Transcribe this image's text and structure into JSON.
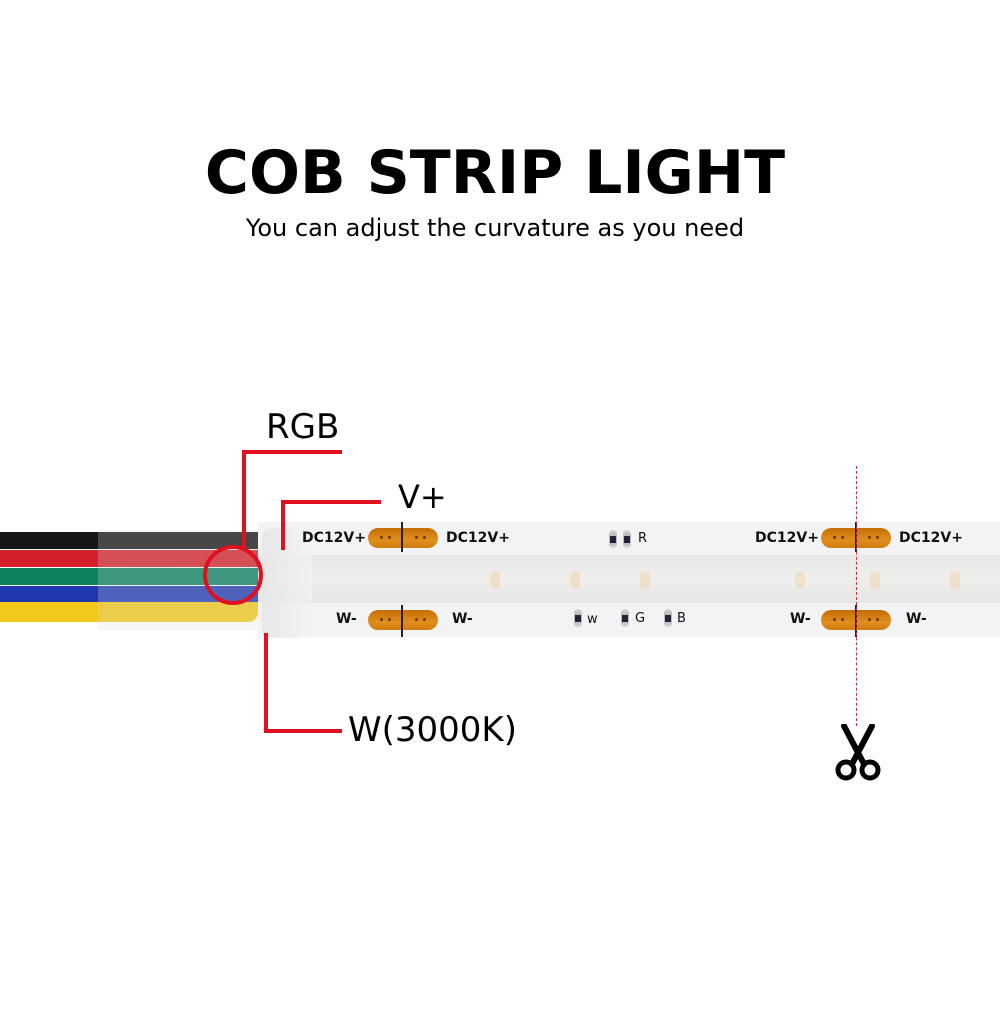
{
  "header": {
    "title": "COB STRIP LIGHT",
    "subtitle": "You can adjust the curvature as you need"
  },
  "callouts": {
    "rgb": "RGB",
    "v_plus": "V+",
    "w_3000k": "W(3000K)"
  },
  "strip": {
    "top_labels": [
      "DC12V+",
      "DC12V+",
      "DC12V+",
      "DC12V+"
    ],
    "bottom_labels": [
      "W-",
      "W-",
      "W-",
      "W-"
    ],
    "component_labels": {
      "r": "R",
      "w": "w",
      "g": "G",
      "b": "B"
    }
  },
  "cable": {
    "wire_colors": [
      "#161616",
      "#d3202a",
      "#0d8060",
      "#1f38b0",
      "#f2c81a"
    ]
  },
  "icons": {
    "cut": "scissors-icon"
  },
  "colors": {
    "accent_red": "#e0101e",
    "solder_pad": "#e08e1c",
    "strip_bg": "#f3f3f5"
  }
}
